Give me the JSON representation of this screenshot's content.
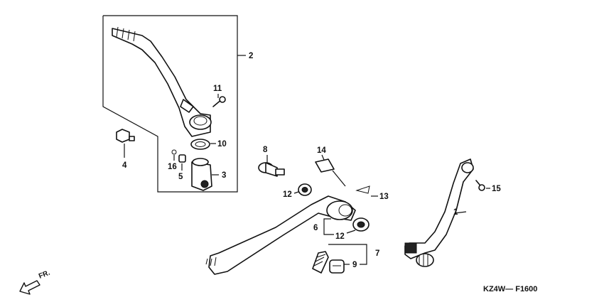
{
  "diagram": {
    "code": "KZ4W— F1600",
    "direction": "FR.",
    "callouts": {
      "p1": "1",
      "p2": "2",
      "p3": "3",
      "p4": "4",
      "p5": "5",
      "p6": "6",
      "p7": "7",
      "p8": "8",
      "p9": "9",
      "p10": "10",
      "p11": "11",
      "p12a": "12",
      "p12b": "12",
      "p13": "13",
      "p14": "14",
      "p15": "15",
      "p16": "16"
    }
  }
}
